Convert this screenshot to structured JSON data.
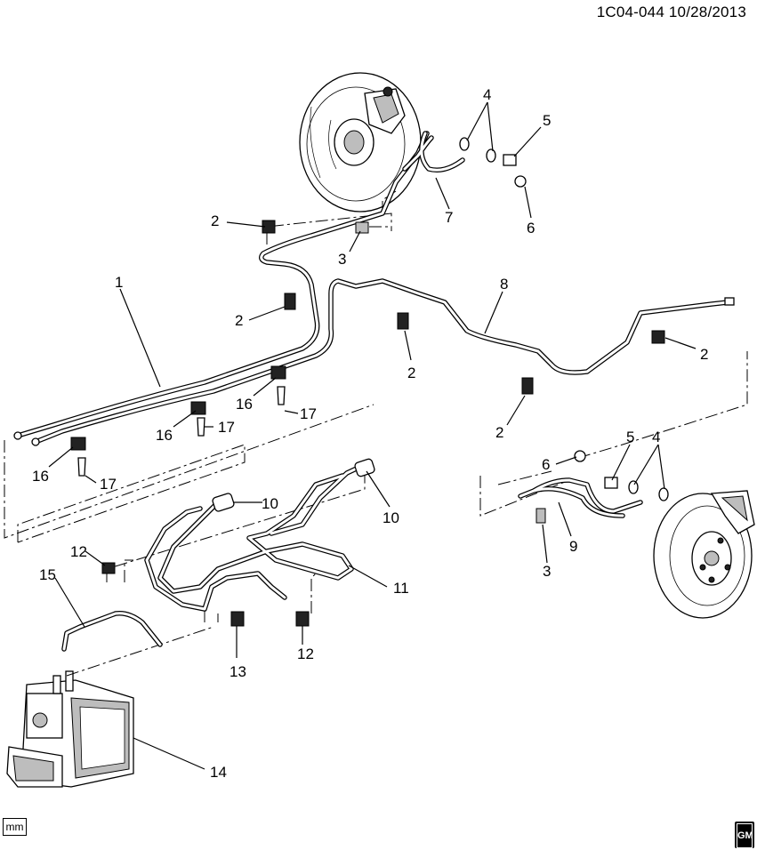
{
  "header": {
    "diagram_id": "1C04-044",
    "date": "10/28/2013",
    "text": "1C04-044  10/28/2013"
  },
  "footer": {
    "unit_label": "mm",
    "logo_text": "GM"
  },
  "callouts": {
    "c1": "1",
    "c2a": "2",
    "c2b": "2",
    "c2c": "2",
    "c2d": "2",
    "c2e": "2",
    "c3a": "3",
    "c3b": "3",
    "c4a": "4",
    "c4b": "4",
    "c5a": "5",
    "c5b": "5",
    "c6a": "6",
    "c6b": "6",
    "c7": "7",
    "c8": "8",
    "c9": "9",
    "c10a": "10",
    "c10b": "10",
    "c11": "11",
    "c12a": "12",
    "c12b": "12",
    "c13": "13",
    "c14": "14",
    "c15": "15",
    "c16a": "16",
    "c16b": "16",
    "c16c": "16",
    "c17a": "17",
    "c17b": "17",
    "c17c": "17"
  },
  "icons": [
    "brake-backing-plate-icon",
    "brake-rotor-icon",
    "abs-module-icon",
    "brake-pipe-clip-icon",
    "bolt-icon",
    "washer-icon",
    "hose-fitting-icon"
  ]
}
